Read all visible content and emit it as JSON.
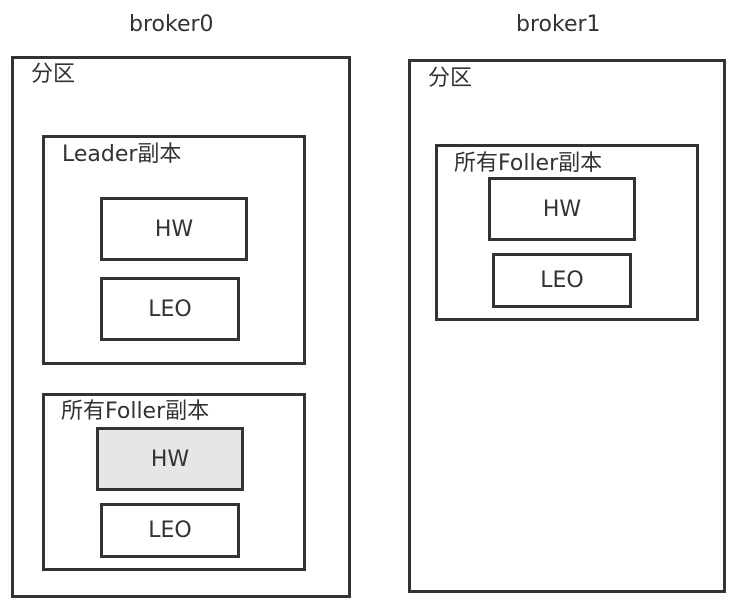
{
  "brokers": [
    {
      "name": "broker0",
      "partition_label": "分区",
      "leader": {
        "label": "Leader副本",
        "hw": "HW",
        "leo": "LEO"
      },
      "follower": {
        "label": "所有Foller副本",
        "hw": "HW",
        "leo": "LEO"
      }
    },
    {
      "name": "broker1",
      "partition_label": "分区",
      "follower": {
        "label": "所有Foller副本",
        "hw": "HW",
        "leo": "LEO"
      }
    }
  ],
  "colors": {
    "stroke": "#333333",
    "highlight_fill": "#e6e6e6",
    "background": "#ffffff"
  }
}
